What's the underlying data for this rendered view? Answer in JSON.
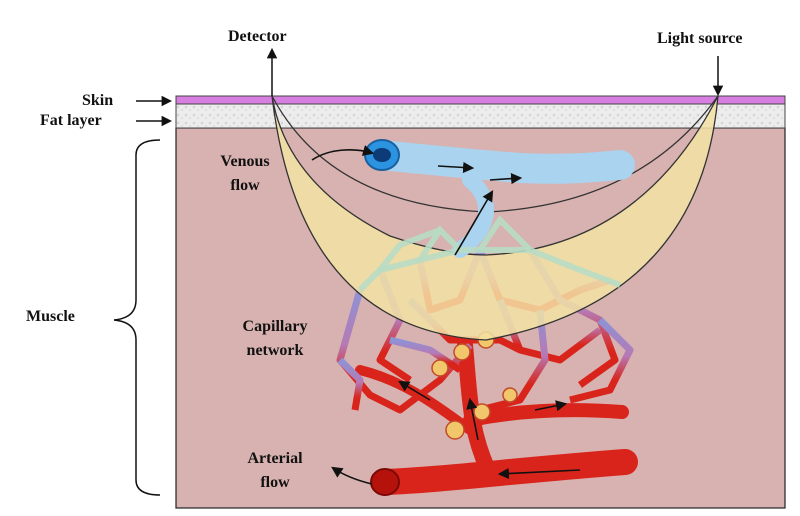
{
  "labels": {
    "detector": "Detector",
    "light_source": "Light source",
    "skin": "Skin",
    "fat_layer": "Fat layer",
    "muscle": "Muscle",
    "venous_line1": "Venous",
    "venous_line2": "flow",
    "capillary_line1": "Capillary",
    "capillary_line2": "network",
    "arterial_line1": "Arterial",
    "arterial_line2": "flow"
  },
  "colors": {
    "skin": "#d67fe0",
    "fat": "#e6e6e6",
    "muscle": "#d8b2b0",
    "light_path": "#f3e2a4",
    "vein": "#a9d3ee",
    "capillary_light": "#b7dcc4",
    "artery": "#d9241b",
    "capillary_blue": "#8d93d6"
  }
}
